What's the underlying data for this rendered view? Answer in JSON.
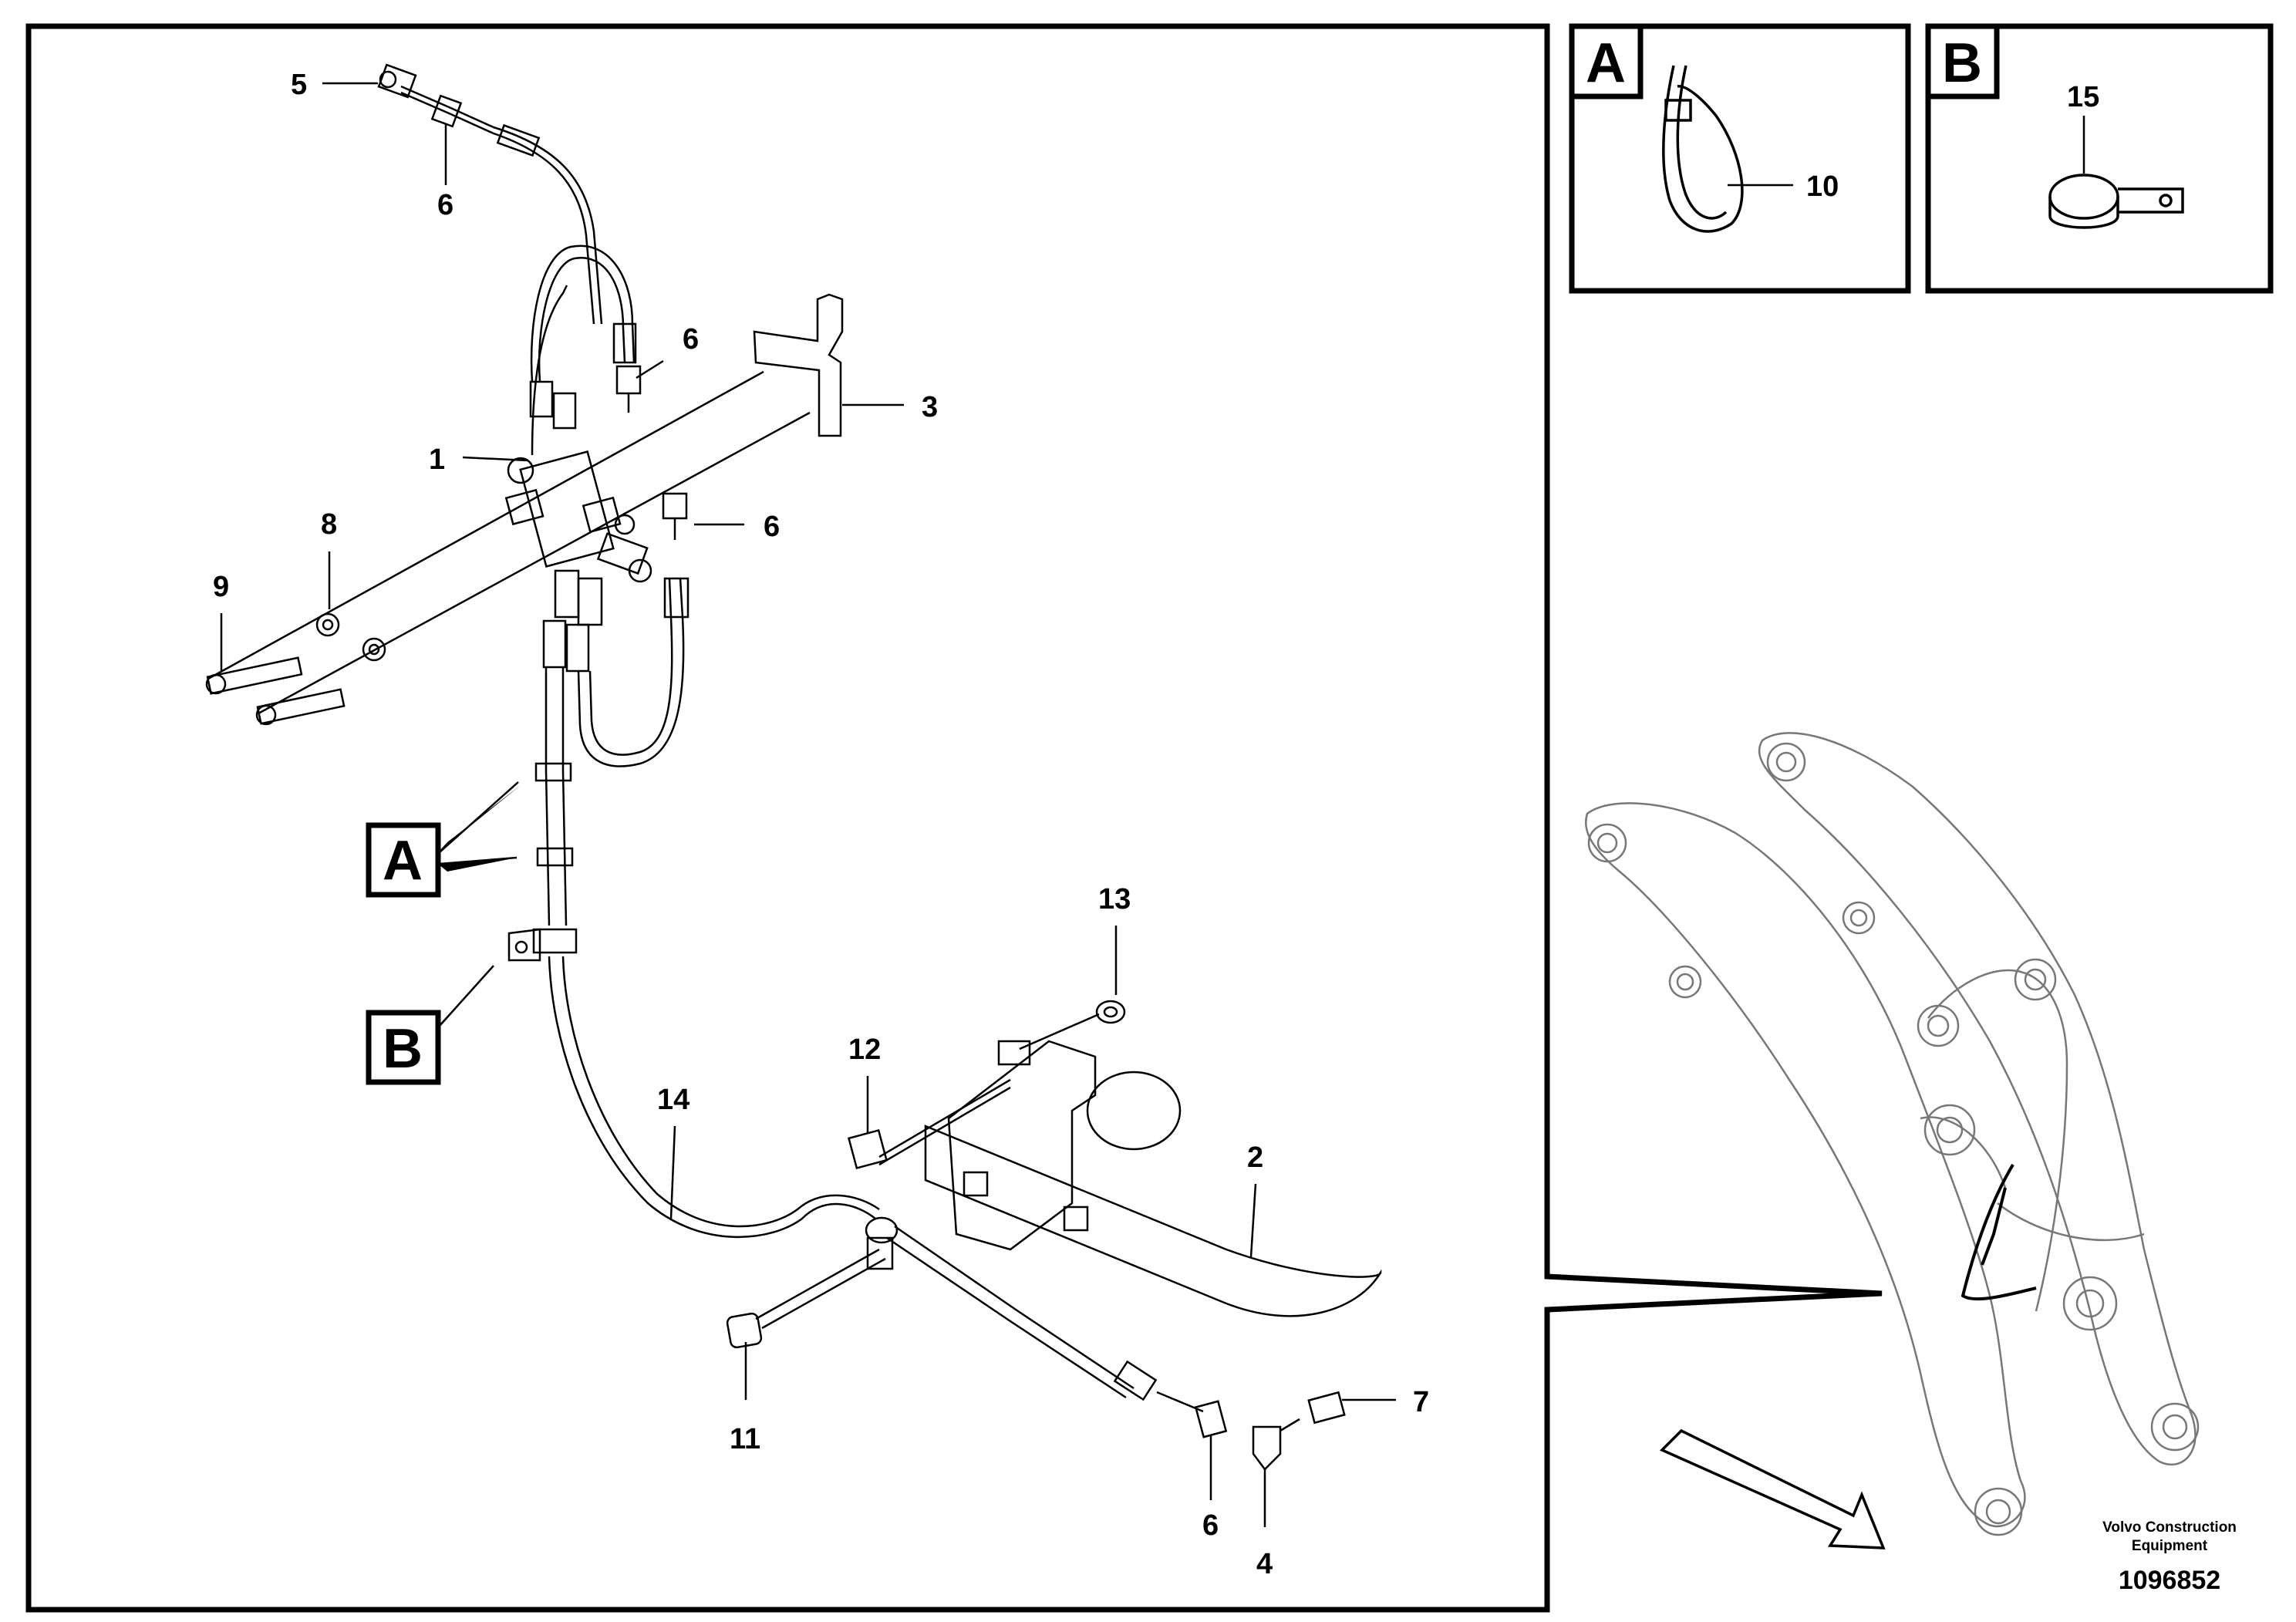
{
  "diagram": {
    "labels": {
      "p1": "1",
      "p2": "2",
      "p3": "3",
      "p4": "4",
      "p5": "5",
      "p6a": "6",
      "p6b": "6",
      "p6c": "6",
      "p6d": "6",
      "p7": "7",
      "p8": "8",
      "p9": "9",
      "p10": "10",
      "p11": "11",
      "p12": "12",
      "p13": "13",
      "p14": "14",
      "p15": "15"
    },
    "callouts": {
      "detail_a": "A",
      "detail_b": "B",
      "inset_a": "A",
      "inset_b": "B"
    },
    "footer": {
      "brand_line1": "Volvo Construction",
      "brand_line2": "Equipment",
      "doc_number": "1096852"
    }
  }
}
